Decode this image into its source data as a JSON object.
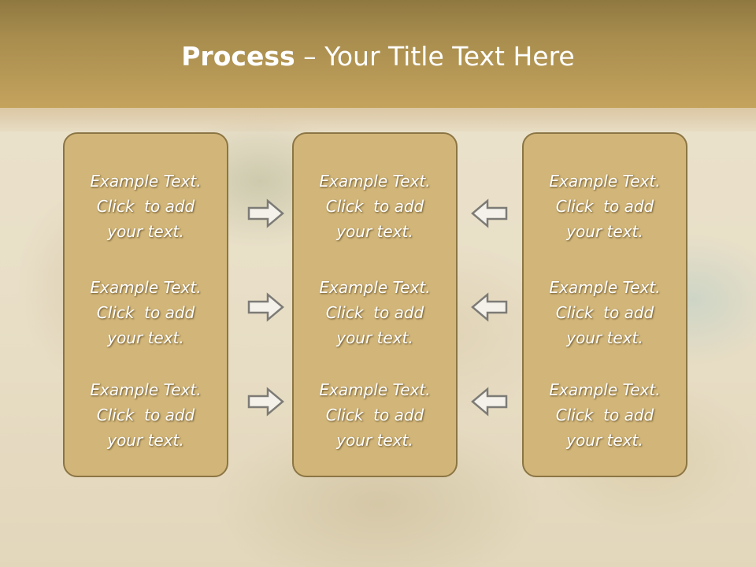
{
  "slide": {
    "title_bold": "Process",
    "title_rest": " – Your Title Text Here"
  },
  "panels": [
    {
      "items": [
        {
          "line1": "Example Text.",
          "line2": "Click  to add",
          "line3": "your text."
        },
        {
          "line1": "Example Text.",
          "line2": "Click  to add",
          "line3": "your text."
        },
        {
          "line1": "Example Text.",
          "line2": "Click  to add",
          "line3": "your text."
        }
      ]
    },
    {
      "items": [
        {
          "line1": "Example Text.",
          "line2": "Click  to add",
          "line3": "your text."
        },
        {
          "line1": "Example Text.",
          "line2": "Click  to add",
          "line3": "your text."
        },
        {
          "line1": "Example Text.",
          "line2": "Click  to add",
          "line3": "your text."
        }
      ]
    },
    {
      "items": [
        {
          "line1": "Example Text.",
          "line2": "Click  to add",
          "line3": "your text."
        },
        {
          "line1": "Example Text.",
          "line2": "Click  to add",
          "line3": "your text."
        },
        {
          "line1": "Example Text.",
          "line2": "Click  to add",
          "line3": "your text."
        }
      ]
    }
  ],
  "icons": {
    "right_arrow": "arrow-right-icon",
    "left_arrow": "arrow-left-icon"
  },
  "colors": {
    "header": "#a88d4e",
    "panel": "#d2b679",
    "panel_border": "#8c7544",
    "text": "#ffffff"
  }
}
